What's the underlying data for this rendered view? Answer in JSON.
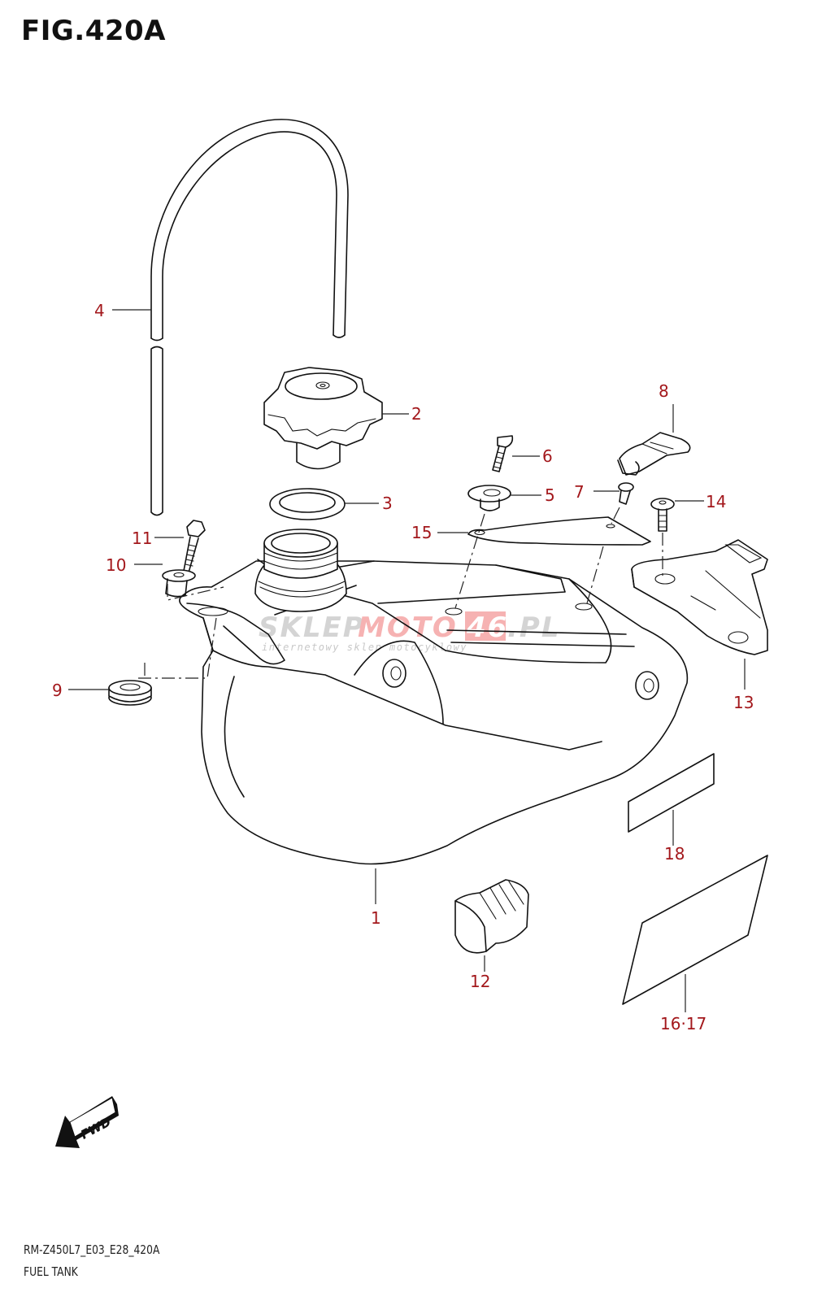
{
  "figure": {
    "title": "FIG.420A",
    "model_code": "RM-Z450L7_E03_E28_420A",
    "assembly_name": "FUEL TANK"
  },
  "colors": {
    "label": "#a3181c",
    "line": "#111111",
    "watermark_gray": "#c8c8c8",
    "watermark_red": "#f4a0a0"
  },
  "callouts": [
    {
      "id": "1",
      "label": "1",
      "part": "fuel-tank"
    },
    {
      "id": "2",
      "label": "2",
      "part": "fuel-cap"
    },
    {
      "id": "3",
      "label": "3",
      "part": "cap-gasket"
    },
    {
      "id": "4",
      "label": "4",
      "part": "breather-hose"
    },
    {
      "id": "5",
      "label": "5",
      "part": "cushion-collar"
    },
    {
      "id": "6",
      "label": "6",
      "part": "screw"
    },
    {
      "id": "7",
      "label": "7",
      "part": "screw-small"
    },
    {
      "id": "8",
      "label": "8",
      "part": "strap-buckle"
    },
    {
      "id": "9",
      "label": "9",
      "part": "tank-cushion"
    },
    {
      "id": "10",
      "label": "10",
      "part": "collar"
    },
    {
      "id": "11",
      "label": "11",
      "part": "bolt"
    },
    {
      "id": "12",
      "label": "12",
      "part": "rubber-cushion"
    },
    {
      "id": "13",
      "label": "13",
      "part": "mounting-bracket"
    },
    {
      "id": "14",
      "label": "14",
      "part": "bracket-screw"
    },
    {
      "id": "15",
      "label": "15",
      "part": "plate"
    },
    {
      "id": "16-17",
      "label": "16·17",
      "part": "tank-decal"
    },
    {
      "id": "18",
      "label": "18",
      "part": "label-sticker"
    }
  ],
  "fwd_indicator": {
    "text": "FWD",
    "icon": "forward-arrow-icon"
  },
  "watermark": {
    "part1": "SKLEP",
    "part2": "MOTO",
    "part3": "46",
    "part4": ".PL",
    "subtitle": "internetowy sklep motocyklowy"
  }
}
